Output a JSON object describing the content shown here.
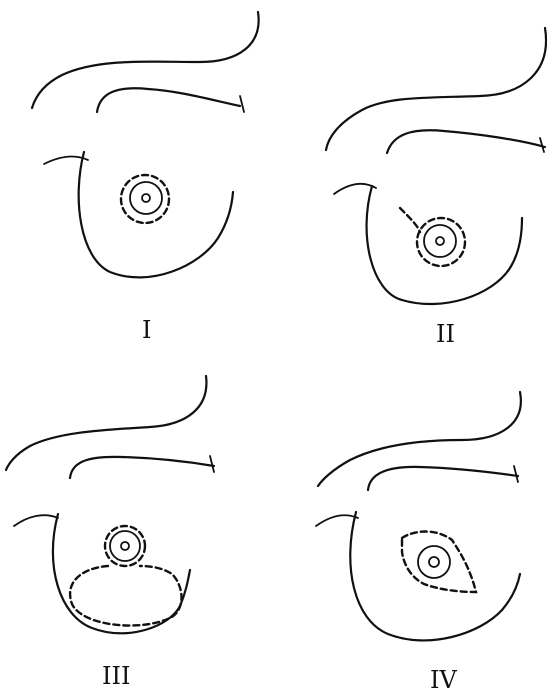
{
  "figure": {
    "panels": [
      {
        "id": "I",
        "label": "I"
      },
      {
        "id": "II",
        "label": "II"
      },
      {
        "id": "III",
        "label": "III"
      },
      {
        "id": "IV",
        "label": "IV"
      }
    ]
  }
}
